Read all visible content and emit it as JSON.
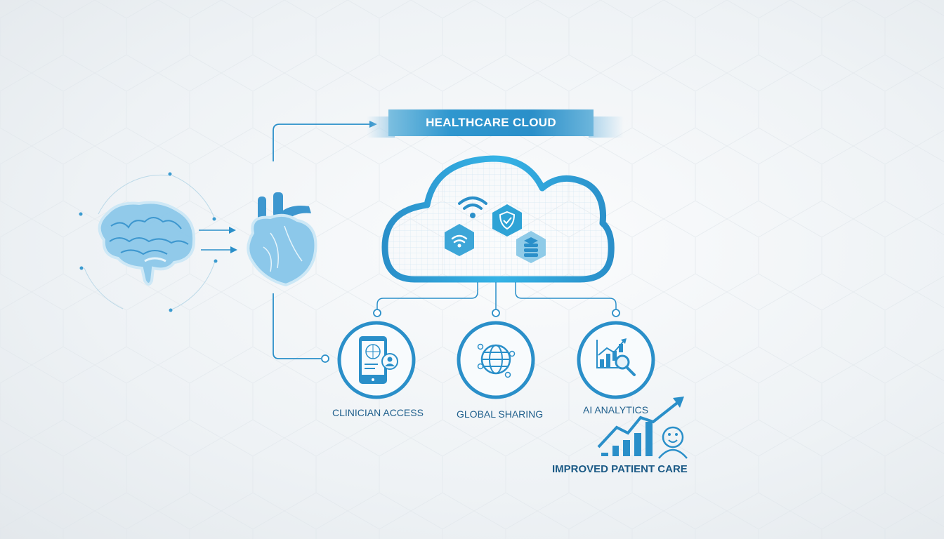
{
  "banner": {
    "title": "HEALTHCARE CLOUD"
  },
  "organs": {
    "left": "brain-illustration",
    "right": "heart-illustration"
  },
  "cloud": {
    "icons": [
      "wifi-icon",
      "shield-check-icon",
      "wifi-hex-icon",
      "server-stack-icon"
    ]
  },
  "nodes": [
    {
      "label": "CLINICIAN ACCESS",
      "icon": "tablet-user-icon"
    },
    {
      "label": "GLOBAL SHARING",
      "icon": "globe-network-icon"
    },
    {
      "label": "AI ANALYTICS",
      "icon": "chart-magnifier-icon"
    }
  ],
  "outcome": {
    "label": "IMPROVED PATIENT CARE",
    "icon": "growth-chart-smiley-icon"
  },
  "colors": {
    "primary": "#2a8fc9",
    "dark": "#1b5a86",
    "light": "#8cc8ea"
  }
}
